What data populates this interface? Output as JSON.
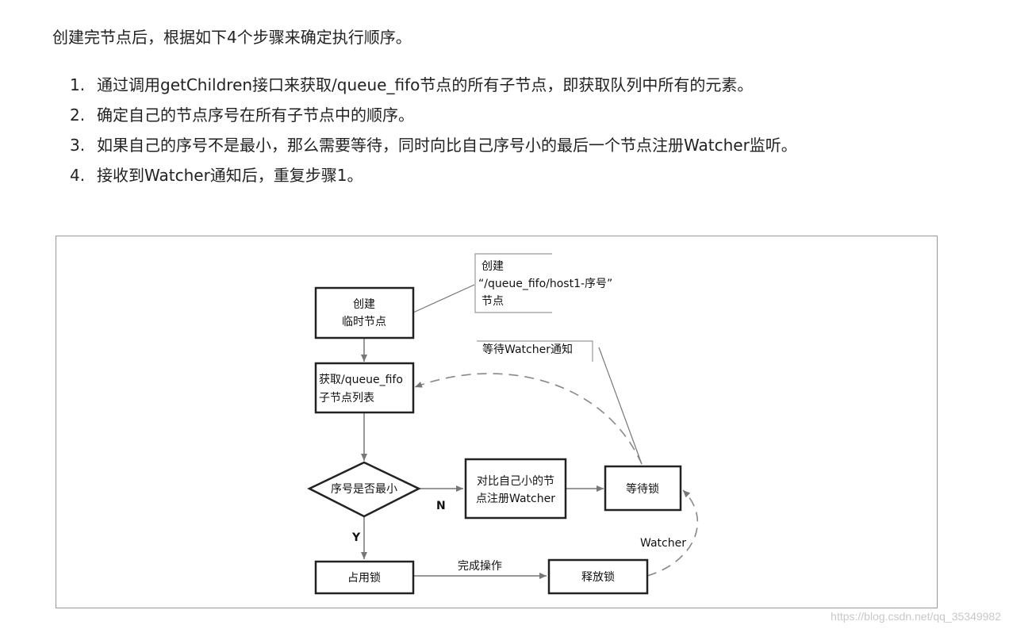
{
  "intro": "创建完节点后，根据如下4个步骤来确定执行顺序。",
  "steps": [
    {
      "num": "1.",
      "text": "通过调用getChildren接口来获取/queue_fifo节点的所有子节点，即获取队列中所有的元素。"
    },
    {
      "num": "2.",
      "text": "确定自己的节点序号在所有子节点中的顺序。"
    },
    {
      "num": "3.",
      "text": "如果自己的序号不是最小，那么需要等待，同时向比自己序号小的最后一个节点注册Watcher监听。"
    },
    {
      "num": "4.",
      "text": "接收到Watcher通知后，重复步骤1。"
    }
  ],
  "flowchart": {
    "create_node": [
      "创建",
      "临时节点"
    ],
    "note_create": [
      "创建",
      "“/queue_fifo/host1-序号”",
      "节点"
    ],
    "get_children": [
      "获取/queue_fifo",
      "子节点列表"
    ],
    "note_wait": "等待Watcher通知",
    "decision": "序号是否最小",
    "register_watcher": [
      "对比自己小的节",
      "点注册Watcher"
    ],
    "wait_lock": "等待锁",
    "label_n": "N",
    "label_y": "Y",
    "label_watcher": "Watcher",
    "hold_lock": "占用锁",
    "label_done": "完成操作",
    "release_lock": "释放锁"
  },
  "watermark": "https://blog.csdn.net/qq_35349982"
}
